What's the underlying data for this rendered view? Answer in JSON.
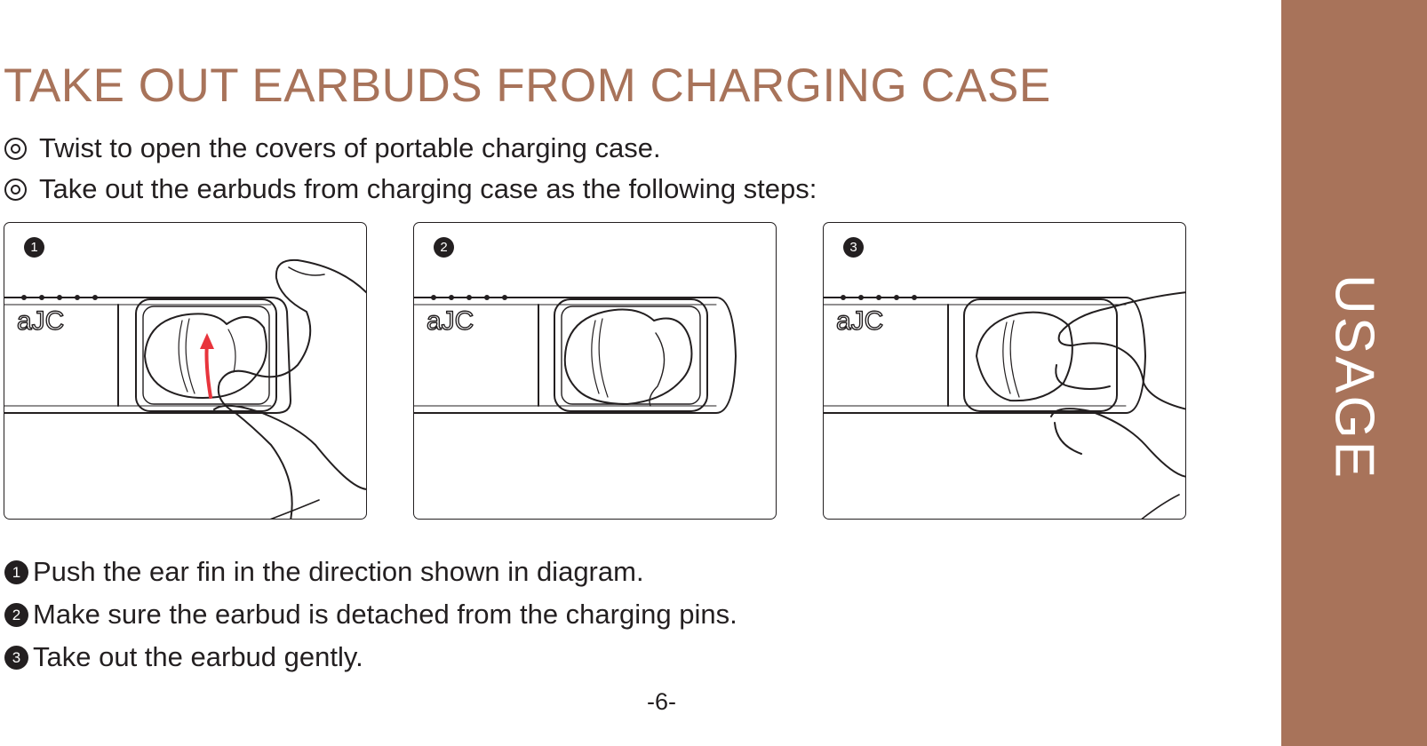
{
  "title": "TAKE OUT EARBUDS FROM CHARGING CASE",
  "intro": [
    {
      "icon": "double-circle-bullet-icon",
      "text": "Twist to open the covers of portable charging case."
    },
    {
      "icon": "double-circle-bullet-icon",
      "text": "Take out the earbuds from charging case as the following steps:"
    }
  ],
  "panels": [
    {
      "badge": "1",
      "logo": "aJC",
      "arrow_color": "#e8343c"
    },
    {
      "badge": "2",
      "logo": "aJC"
    },
    {
      "badge": "3",
      "logo": "aJC"
    }
  ],
  "steps": [
    {
      "badge": "1",
      "text": "Push the ear fin in the direction shown in diagram."
    },
    {
      "badge": "2",
      "text": "Make sure the earbud is detached from the charging pins."
    },
    {
      "badge": "3",
      "text": "Take out the earbud gently."
    }
  ],
  "page_number": "-6-",
  "side_tab": {
    "label": "USAGE",
    "color": "#a8735a"
  },
  "accent_color": "#a8735a"
}
